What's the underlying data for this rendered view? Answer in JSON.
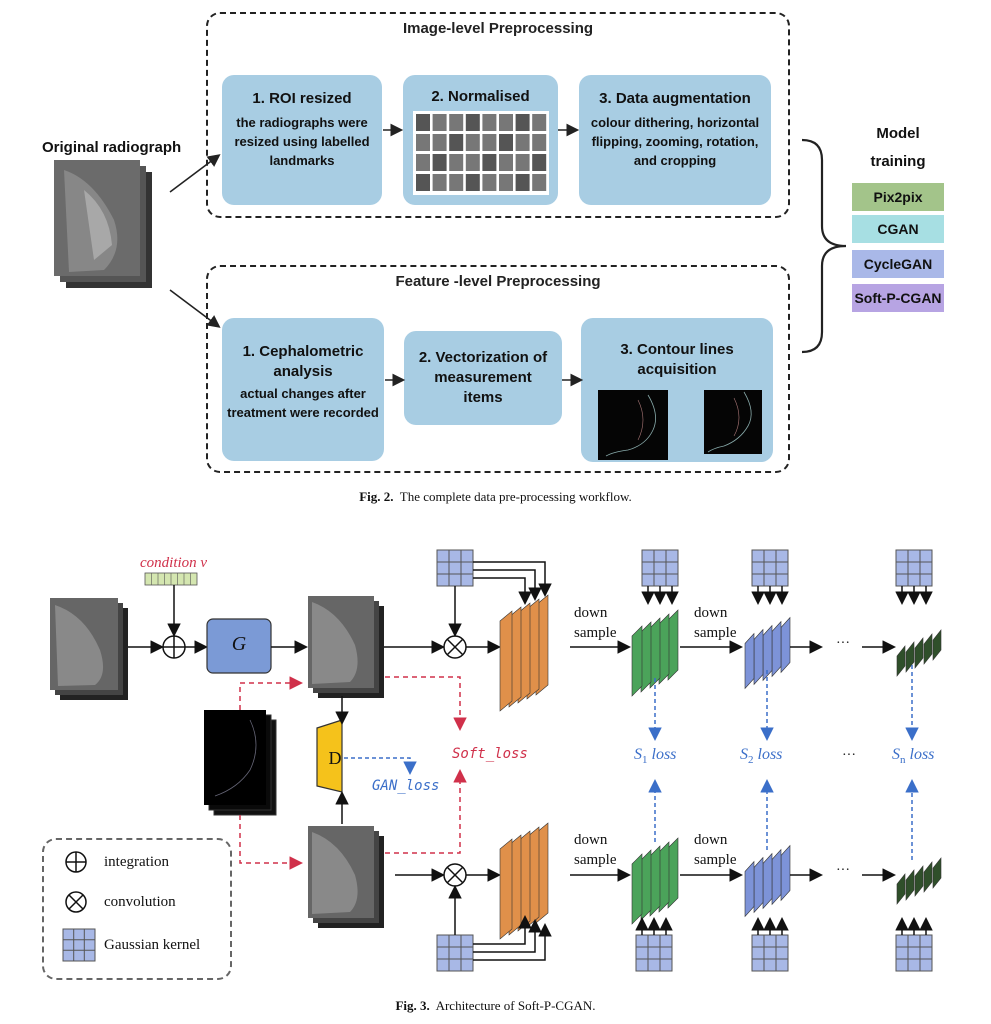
{
  "fig2": {
    "original_label": "Original radiograph",
    "image_section_title": "Image-level Preprocessing",
    "feature_section_title": "Feature -level Preprocessing",
    "image_steps": [
      {
        "title": "1. ROI resized",
        "desc": "the radiographs were resized using labelled landmarks"
      },
      {
        "title": "2. Normalised",
        "desc": ""
      },
      {
        "title": "3. Data augmentation",
        "desc": "colour dithering, horizontal flipping, zooming, rotation, and cropping"
      }
    ],
    "feature_steps": [
      {
        "title": "1. Cephalometric analysis",
        "desc": "actual changes after treatment were recorded"
      },
      {
        "title": "2. Vectorization of measurement items",
        "desc": ""
      },
      {
        "title": "3. Contour lines acquisition",
        "desc": ""
      }
    ],
    "model_training_label": "Model training",
    "models": [
      {
        "name": "Pix2pix",
        "color": "#a3c48a"
      },
      {
        "name": "CGAN",
        "color": "#a7dfe3"
      },
      {
        "name": "CycleGAN",
        "color": "#a9b8e8"
      },
      {
        "name": "Soft-P-CGAN",
        "color": "#b7a4e3"
      }
    ],
    "caption_label": "Fig. 2.",
    "caption_text": "The complete data pre-processing workflow."
  },
  "fig3": {
    "condition_label": "condition v",
    "generator_label": "G",
    "discriminator_label": "D",
    "gan_loss_label": "GAN_loss",
    "soft_loss_label": "Soft_loss",
    "down_sample_label": "down sample",
    "ellipsis": "···",
    "scale_losses": [
      {
        "sym": "S",
        "sub": "1",
        "rest": " loss"
      },
      {
        "sym": "S",
        "sub": "2",
        "rest": " loss"
      },
      {
        "sym": "S",
        "sub": "n",
        "rest": " loss"
      }
    ],
    "legend": {
      "integration": "integration",
      "convolution": "convolution",
      "gaussian_kernel": "Gaussian kernel"
    },
    "colors": {
      "red_dashed": "#d0304a",
      "blue_dashed": "#3b6fc9",
      "generator": "#7b9ad6",
      "discriminator": "#f5c21b",
      "orange_layer": "#e0904a",
      "green_layer": "#4ba35a",
      "blue_layer": "#7d93d8",
      "dark_layer": "#2f4f2a",
      "kernel": "#a8b8e6"
    },
    "caption_label": "Fig. 3.",
    "caption_text": "Architecture of Soft-P-CGAN."
  }
}
